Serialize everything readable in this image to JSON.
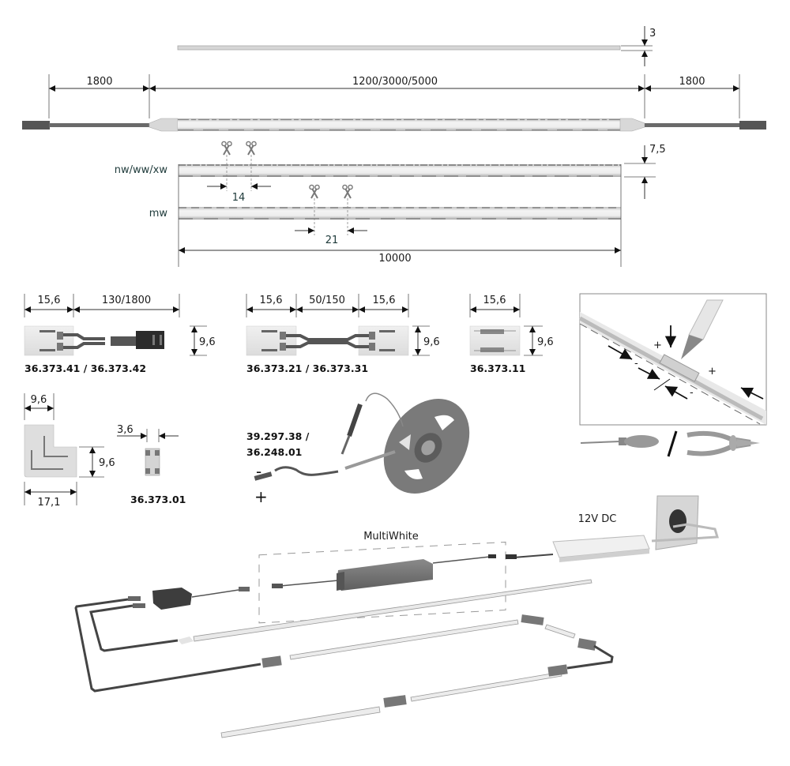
{
  "title": "LED strip system technical drawing",
  "top_profile": {
    "thickness_label": "3",
    "lead_left_label": "1800",
    "strip_length_label": "1200/3000/5000",
    "lead_right_label": "1800"
  },
  "reel_strips": {
    "variants": [
      {
        "label": "nw/ww/xw",
        "cut_pitch": "14"
      },
      {
        "label": "mw",
        "cut_pitch": "21"
      }
    ],
    "height_label": "7,5",
    "total_length_label": "10000"
  },
  "connectors": [
    {
      "part_no": "36.373.41 / 36.373.42",
      "width": "15,6",
      "cable": "130/1800",
      "height": "9,6"
    },
    {
      "part_no": "36.373.21  / 36.373.31",
      "width_left": "15,6",
      "cable": "50/150",
      "width_right": "15,6",
      "height": "9,6"
    },
    {
      "part_no": "36.373.11",
      "width": "15,6",
      "height": "9,6"
    },
    {
      "part_no": "",
      "type": "corner",
      "width_top": "9,6",
      "height": "9,6",
      "width_bottom": "17,1"
    },
    {
      "part_no": "36.373.01",
      "type": "end-cap",
      "width": "3,6"
    }
  ],
  "solder": {
    "part_no_line1": "39.297.38 /",
    "part_no_line2": "36.248.01",
    "minus": "-",
    "plus": "+"
  },
  "install_detail": {
    "plus_1": "+",
    "minus_1": "-",
    "plus_2": "+",
    "minus_2": "-",
    "separator": "/"
  },
  "system": {
    "controller_label": "MultiWhite",
    "psu_label": "12V DC"
  },
  "colors": {
    "line": "#1a1a1a",
    "strip": "#e6e6e6",
    "strip_edge": "#8c8c8c",
    "cable": "#5a5a5a",
    "component": "#6e6e6e",
    "dark_component": "#3a3a3a"
  }
}
